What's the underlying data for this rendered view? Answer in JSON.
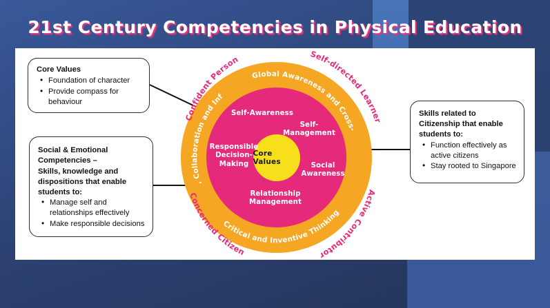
{
  "slide": {
    "title": "21st Century Competencies in Physical Education",
    "title_color": "#ffffff",
    "title_shadow_color": "#e8377e",
    "background_color": "#2d4373"
  },
  "callouts": [
    {
      "id": "core-values",
      "heading": "Core Values",
      "bullets": [
        "Foundation of character",
        "Provide compass for behaviour"
      ]
    },
    {
      "id": "social-emotional",
      "heading": "Social & Emotional Competencies –",
      "body": "Skills, knowledge and dispositions that enable students to:",
      "bullets": [
        "Manage self and relationships effectively",
        "Make responsible decisions"
      ]
    },
    {
      "id": "citizenship",
      "heading": "Skills related to Citizenship that enable students to:",
      "bullets": [
        "Function effectively as active citizens",
        "Stay rooted to Singapore"
      ]
    }
  ],
  "diagram": {
    "core": {
      "label": "Core Values",
      "color": "#f7e01b"
    },
    "inner_ring": {
      "color": "#e62a7b",
      "items": [
        "Self-Awareness",
        "Self-Management",
        "Responsible\nDecision-\nMaking",
        "Social\nAwareness",
        "Relationship\nManagement"
      ]
    },
    "outer_ring": {
      "color": "#f5a623",
      "items": [
        "Communication, Collaboration and Information Skills",
        "Civic Literacy, Global Awareness and Cross-cultural Skills",
        "Critical and Inventive Thinking"
      ]
    },
    "outcomes": {
      "color": "#e62a7b",
      "items": [
        "Confident Person",
        "Self-directed Learner",
        "Active Contributor",
        "Concerned Citizen"
      ]
    }
  }
}
